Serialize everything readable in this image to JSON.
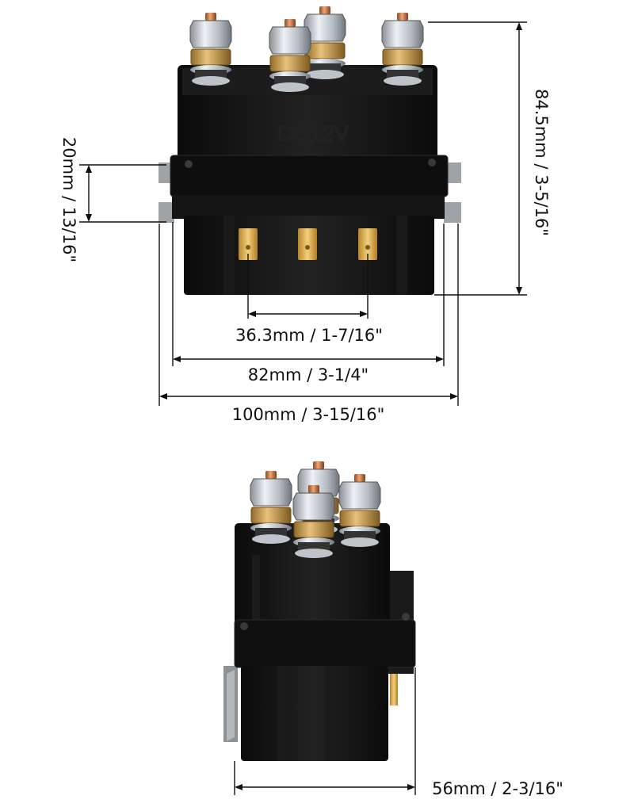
{
  "dimensions": {
    "terminal_spacing": "36.3mm / 1-7/16\"",
    "body_width": "82mm / 3-1/4\"",
    "overall_width": "100mm / 3-15/16\"",
    "mount_flange": "20mm / 13/16\"",
    "overall_height": "84.5mm / 3-5/16\"",
    "depth": "56mm / 2-3/16\""
  },
  "housing_mark": "DC12V",
  "colors": {
    "housing": "#141414",
    "copper": "#c97a45",
    "brass": "#c9a152",
    "steel": "#c4c9cf"
  }
}
